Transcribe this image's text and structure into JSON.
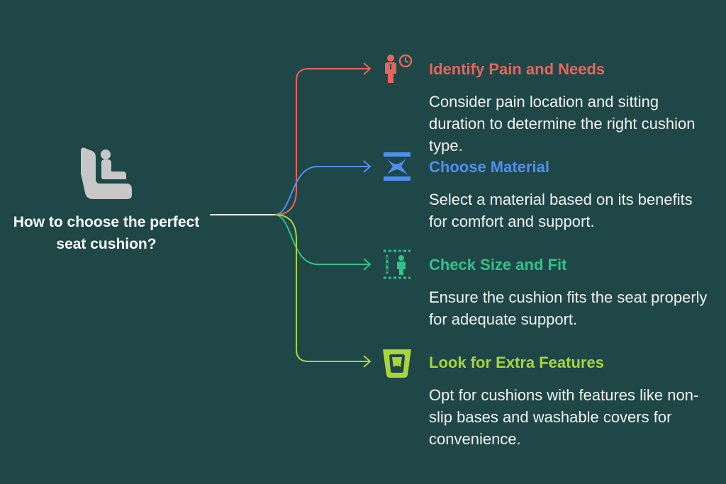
{
  "root": {
    "label": "How to choose the perfect seat cushion?",
    "icon": "car-seat-person-icon",
    "color": "#c7c7c7"
  },
  "background": "#1f4748",
  "branches": [
    {
      "title": "Identify Pain and Needs",
      "description": "Consider pain location and sitting duration to determine the right cushion type.",
      "color": "#e8645a",
      "icon": "person-clock-icon"
    },
    {
      "title": "Choose Material",
      "description": "Select a material based on its benefits for comfort and support.",
      "color": "#4f8ff0",
      "icon": "material-layers-icon"
    },
    {
      "title": "Check Size and Fit",
      "description": "Ensure the cushion fits the seat properly for adequate support.",
      "color": "#33c18a",
      "icon": "size-measure-icon"
    },
    {
      "title": "Look for Extra Features",
      "description": "Opt for cushions with features like non-slip bases and washable covers for convenience.",
      "color": "#a9d43c",
      "icon": "cushion-features-icon"
    }
  ]
}
